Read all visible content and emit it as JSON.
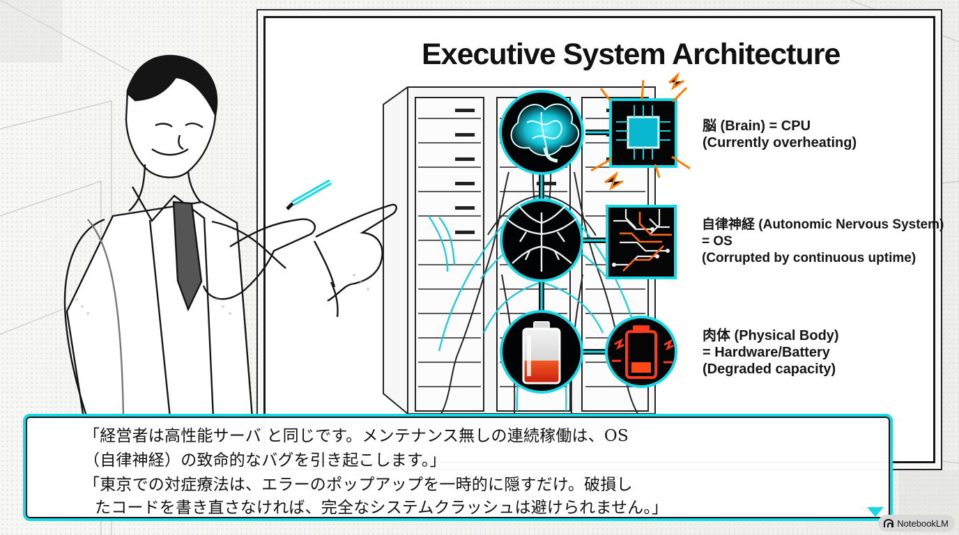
{
  "title": "Executive System Architecture",
  "labels": {
    "brain": [
      "脳 (Brain) = CPU",
      "(Currently overheating)"
    ],
    "os": [
      "自律神経 (Autonomic Nervous System)",
      "= OS",
      "(Corrupted by continuous uptime)"
    ],
    "body": [
      "肉体 (Physical Body)",
      "= Hardware/Battery",
      "(Degraded capacity)"
    ]
  },
  "dialogue": [
    "「経営者は高性能サーバ と同じです。メンテナンス無しの連続稼働は、OS",
    "（自律神経）の致命的なバグを引き起こします。」",
    "「東京での対症療法は、エラーのポップアップを一時的に隠すだけ。破損し",
    "たコードを書き直さなければ、完全なシステムクラッシュは避けられません。」"
  ],
  "brand": "NotebookLM",
  "icons": {
    "brain": "brain-icon",
    "cpu": "cpu-chip-icon",
    "nervous": "nervous-system-icon",
    "circuit": "circuit-board-icon",
    "battery": "battery-icon",
    "battery_low": "low-battery-icon",
    "next": "next-triangle-icon",
    "brand": "notebooklm-icon"
  },
  "colors": {
    "accent": "#19d8e6",
    "warning": "#ff7a00",
    "battery": "#e53a16",
    "ink": "#111111"
  }
}
